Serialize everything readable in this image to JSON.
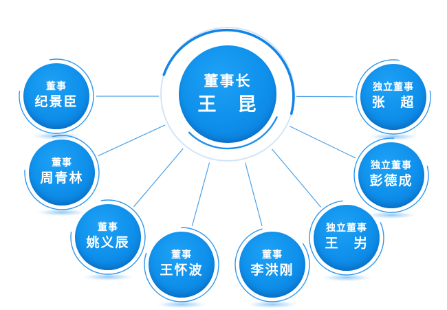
{
  "diagram": {
    "type": "org-structure",
    "hub": {
      "role": "董事长",
      "name": "王　昆"
    },
    "nodes": [
      {
        "role": "董事",
        "name": "纪景臣"
      },
      {
        "role": "董事",
        "name": "周青林"
      },
      {
        "role": "董事",
        "name": "姚义辰"
      },
      {
        "role": "董事",
        "name": "王怀波"
      },
      {
        "role": "董事",
        "name": "李洪刚"
      },
      {
        "role": "独立董事",
        "name": "王　屴"
      },
      {
        "role": "独立董事",
        "name": "彭德成"
      },
      {
        "role": "独立董事",
        "name": "张　超"
      }
    ],
    "colors": {
      "node_blue": "#0f91ec",
      "node_blue_dark": "#0a77d2",
      "accent_arc": "#1184e6",
      "light_ring": "#d2e5f7",
      "connector": "#4aa0e8",
      "outline_arc": "#2e97ef",
      "text": "#ffffff"
    }
  }
}
